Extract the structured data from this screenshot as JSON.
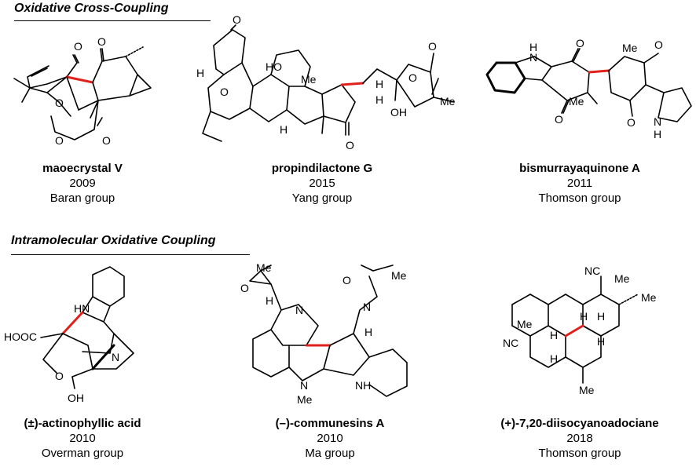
{
  "sections": [
    {
      "title": "Oxidative Cross-Coupling"
    },
    {
      "title": "Intramolecular Oxidative Coupling"
    }
  ],
  "compounds": [
    {
      "name": "maoecrystal V",
      "year": "2009",
      "group": "Baran group"
    },
    {
      "name": "propindilactone G",
      "year": "2015",
      "group": "Yang group"
    },
    {
      "name": "bismurrayaquinone A",
      "year": "2011",
      "group": "Thomson group"
    },
    {
      "name": "(±)-actinophyllic acid",
      "year": "2010",
      "group": "Overman group"
    },
    {
      "name": "(–)-communesins A",
      "year": "2010",
      "group": "Ma group"
    },
    {
      "name": "(+)-7,20-diisocyanoadociane",
      "year": "2018",
      "group": "Thomson group"
    }
  ],
  "atom_labels": {
    "O": "O",
    "H": "H",
    "N": "N",
    "Me": "Me",
    "HO": "HO",
    "OH": "OH",
    "HN": "HN",
    "NH": "NH",
    "HOOC": "HOOC",
    "NC": "NC",
    "CN": "NC"
  },
  "colors": {
    "highlight_bond": "#e0201b",
    "bond": "#000000"
  }
}
